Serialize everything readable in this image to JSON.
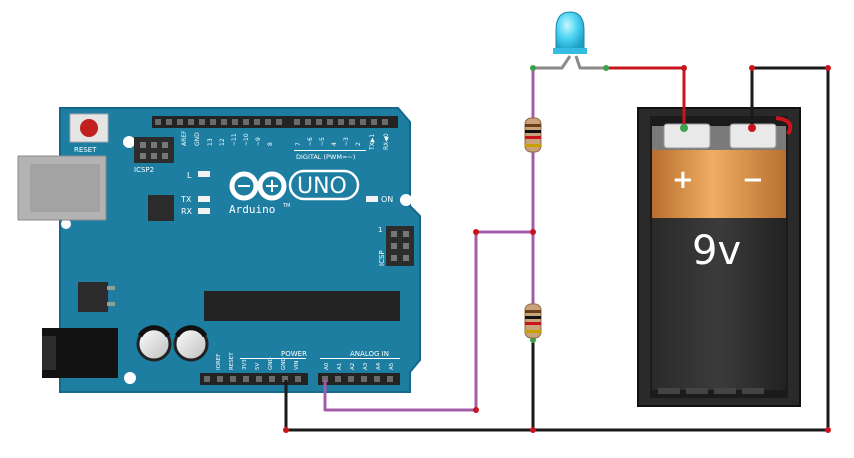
{
  "arduino": {
    "reset_label": "RESET",
    "icsp2_label": "ICSP2",
    "icsp_label": "ICSP",
    "aref_label": "AREF",
    "gnd_label": "GND",
    "digital_pins": [
      "13",
      "12",
      "~11",
      "~10",
      "~9",
      "8",
      "7",
      "~6",
      "~5",
      "4",
      "~3",
      "2",
      "TX▶1",
      "RX◀0"
    ],
    "digital_label": "DIGITAL (PWM=~)",
    "l_label": "L",
    "tx_label": "TX",
    "rx_label": "RX",
    "on_label": "ON",
    "brand_label": "Arduino",
    "tm_label": "TM",
    "model_label": "UNO",
    "one_label": "1",
    "power_label": "POWER",
    "analog_label": "ANALOG IN",
    "power_pins": [
      "IOREF",
      "RESET",
      "3V3",
      "5V",
      "GND",
      "GND",
      "VIN"
    ],
    "analog_pins": [
      "A0",
      "A1",
      "A2",
      "A3",
      "A4",
      "A5"
    ]
  },
  "battery": {
    "plus": "+",
    "minus": "−",
    "voltage": "9v"
  },
  "colors": {
    "board": "#1d7ea2",
    "board_edge": "#15688a",
    "wire_black": "#1a1a1a",
    "wire_red": "#c8141c",
    "wire_purple": "#a35ca8",
    "battery_copper": "#d9924a",
    "battery_dark": "#1e1e1e",
    "led": "#4dd4f2",
    "resistor": "#c9a27a"
  }
}
